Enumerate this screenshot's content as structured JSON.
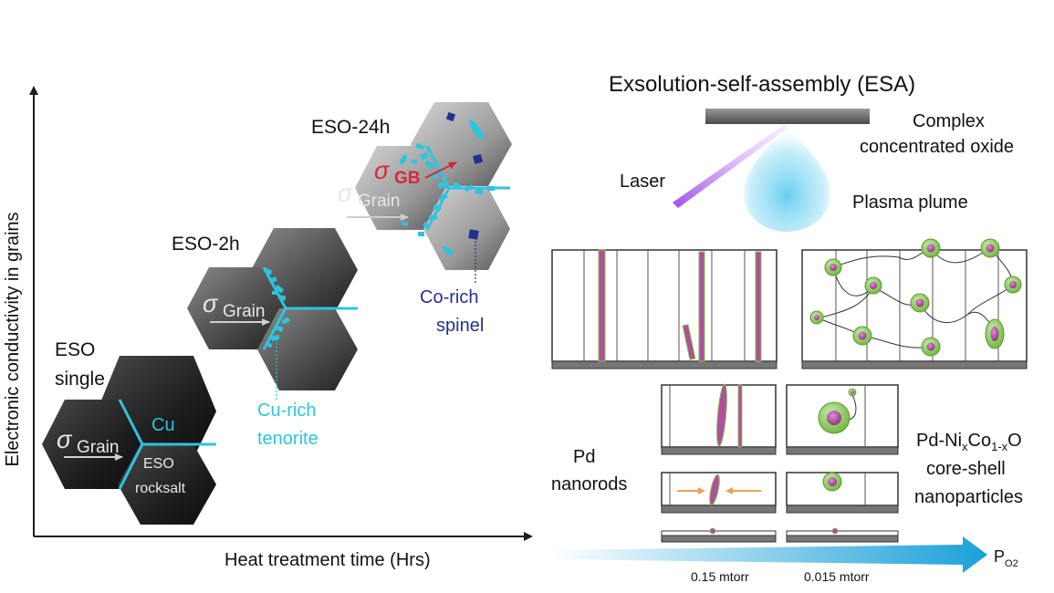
{
  "left_panel": {
    "y_axis_label": "Electronic conductivity in grains",
    "x_axis_label": "Heat treatment time (Hrs)",
    "sigma_symbol": "σ",
    "grain_subscript": "Grain",
    "gb_subscript": "GB",
    "eso_single": {
      "label_line1": "ESO",
      "label_line2": "single",
      "cu_label": "Cu",
      "eso_line1": "ESO",
      "eso_line2": "rocksalt"
    },
    "eso_2h": {
      "label": "ESO-2h",
      "tenorite_line1": "Cu-rich",
      "tenorite_line2": "tenorite"
    },
    "eso_24h": {
      "label": "ESO-24h",
      "spinel_line1": "Co-rich",
      "spinel_line2": "spinel"
    }
  },
  "right_panel": {
    "title": "Exsolution-self-assembly (ESA)",
    "target_line1": "Complex",
    "target_line2": "concentrated oxide",
    "laser_label": "Laser",
    "plume_label": "Plasma plume",
    "nanorods_line1": "Pd",
    "nanorods_line2": "nanorods",
    "nanoparticles_line1_pre": "Pd-Ni",
    "nanoparticles_sub_x": "x",
    "nanoparticles_co": "Co",
    "nanoparticles_sub_1x": "1-x",
    "nanoparticles_o": "O",
    "nanoparticles_line2": "core-shell",
    "nanoparticles_line3": "nanoparticles",
    "pressure_label_1": "0.15 mtorr",
    "pressure_label_2": "0.015 mtorr",
    "po2_p": "P",
    "po2_sub": "O2"
  },
  "colors": {
    "cyan": "#2ec4e0",
    "red": "#d8263a",
    "navy": "#22308f",
    "pink": "#b04f9c",
    "green": "#7dc24a"
  }
}
